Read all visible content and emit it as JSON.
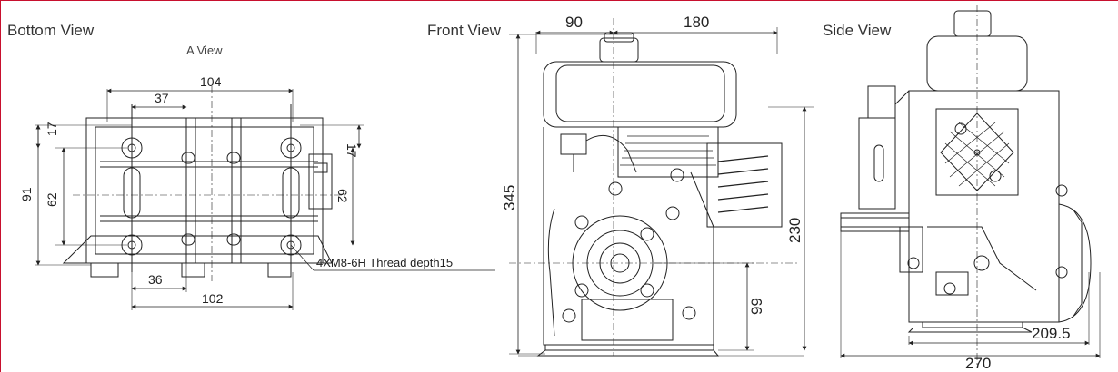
{
  "views": {
    "bottom": {
      "title": "Bottom View",
      "subtitle": "A View"
    },
    "front": {
      "title": "Front View"
    },
    "side": {
      "title": "Side View"
    }
  },
  "dimensions": {
    "bottom_top_width": "104",
    "bottom_top_offset": "37",
    "bottom_left_17": "17",
    "bottom_right_17": "17",
    "bottom_left_62": "62",
    "bottom_right_62": "62",
    "bottom_height_91": "91",
    "bottom_lower_offset": "36",
    "bottom_lower_width": "102",
    "thread_note": "4XM8-6H Thread depth15",
    "front_top_left": "90",
    "front_top_right": "180",
    "front_height": "345",
    "front_right_230": "230",
    "front_right_99": "99",
    "side_inner_width": "209.5",
    "side_total_width": "270"
  },
  "colors": {
    "frame": "#c8102e",
    "line": "#222222"
  }
}
